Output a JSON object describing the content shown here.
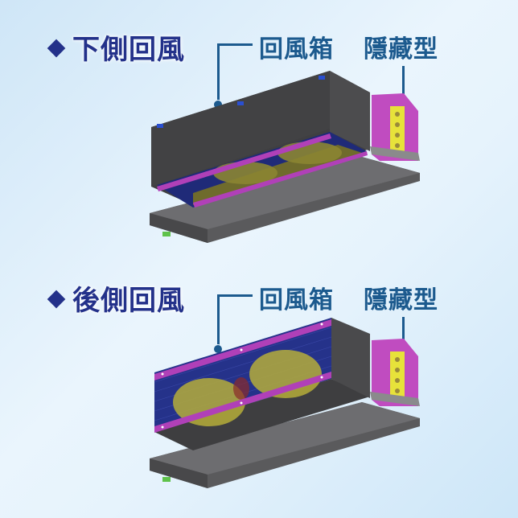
{
  "panels": [
    {
      "title": "下側回風",
      "label_box": "回風箱",
      "label_type": "隱藏型",
      "variant": "bottom-return",
      "icon": "diamond-bullet"
    },
    {
      "title": "後側回風",
      "label_box": "回風箱",
      "label_type": "隱藏型",
      "variant": "rear-return",
      "icon": "diamond-bullet"
    }
  ],
  "colors": {
    "title": "#23318a",
    "label": "#1c5a8e",
    "housing": "#4a4a4c",
    "frame": "#b040b8",
    "fan": "#b5ad3a",
    "coil_plate": "#e7e23a",
    "filter_mesh": "#25328a"
  }
}
